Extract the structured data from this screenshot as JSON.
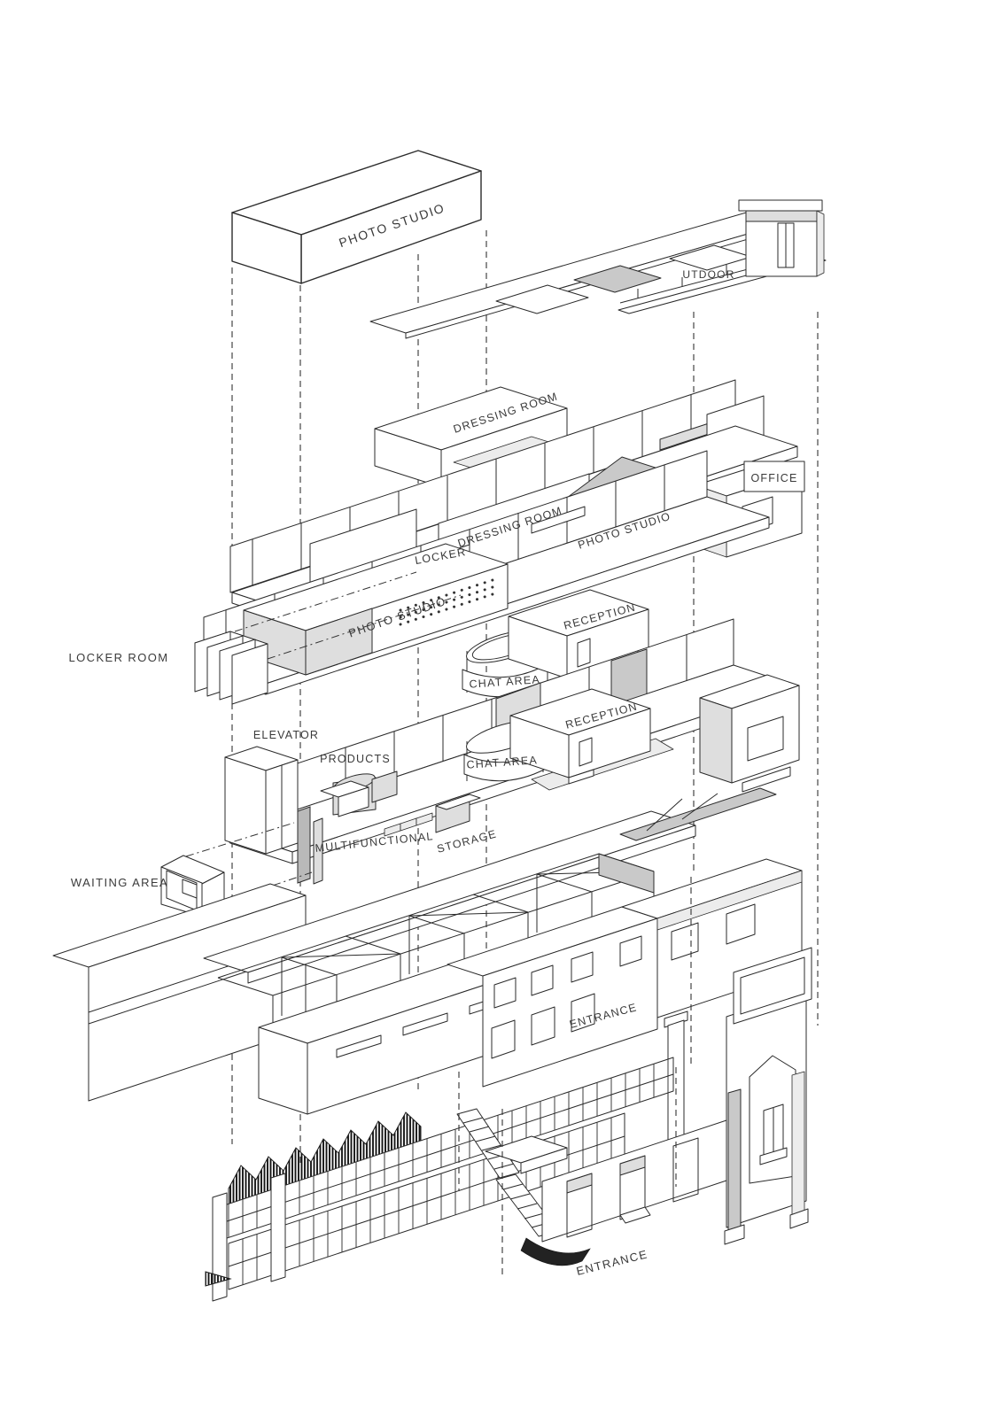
{
  "diagram": {
    "kind": "exploded axonometric building diagram",
    "background_color": "#ffffff",
    "line_color": "#2b2b2b",
    "shade_color": "#c9c9c9",
    "dark_hatch_color": "#1c1c1c",
    "text_color": "#3a3a3a"
  },
  "labels": {
    "photo_studio_roof": "PHOTO STUDIO",
    "outdoor_terrace": "UTDOOR",
    "dressing_room_upper": "DRESSING ROOM",
    "dressing_room_floor": "DRESSING ROOM",
    "photo_studio_third": "PHOTO  STUDIO",
    "office": "OFFICE",
    "locker": "LOCKER",
    "photo_studio_second": "PHOTO STUDIO",
    "locker_room": "LOCKER ROOM",
    "reception_upper": "RECEPTION",
    "chat_area_upper": "CHAT AREA",
    "reception_floor": "RECEPTION",
    "chat_area_floor": "CHAT AREA",
    "elevator": "ELEVATOR",
    "products": "PRODUCTS",
    "multifunctional": "MULTIFUNCTIONAL",
    "storage": "STORAGE",
    "waiting_area": "WAITING  AREA",
    "entrance_upper": "ENTRANCE",
    "entrance_ground": "ENTRANCE"
  }
}
